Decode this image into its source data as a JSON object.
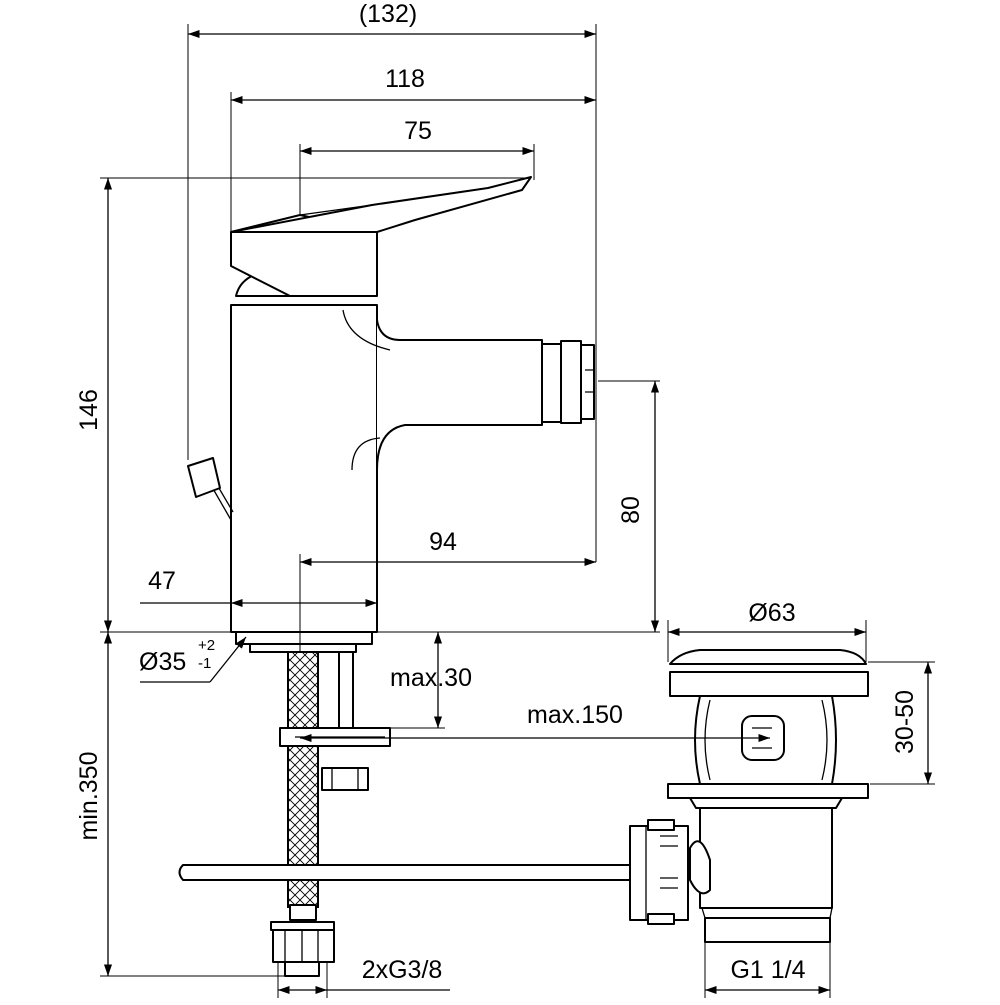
{
  "dimensions": {
    "overall_width": "(132)",
    "spout_reach": "118",
    "lever_length": "75",
    "height": "146",
    "outlet_height": "80",
    "projection": "94",
    "body_depth": "47",
    "tap_hole": "Ø35",
    "tap_hole_tol_upper": "+2",
    "tap_hole_tol_lower": "-1",
    "deck_thickness": "max.30",
    "popup_rod_length": "max.150",
    "hose_length": "min.350",
    "hose_connection": "2xG3/8",
    "waste_diameter": "Ø63",
    "waste_range": "30-50",
    "waste_thread": "G1 1/4"
  }
}
